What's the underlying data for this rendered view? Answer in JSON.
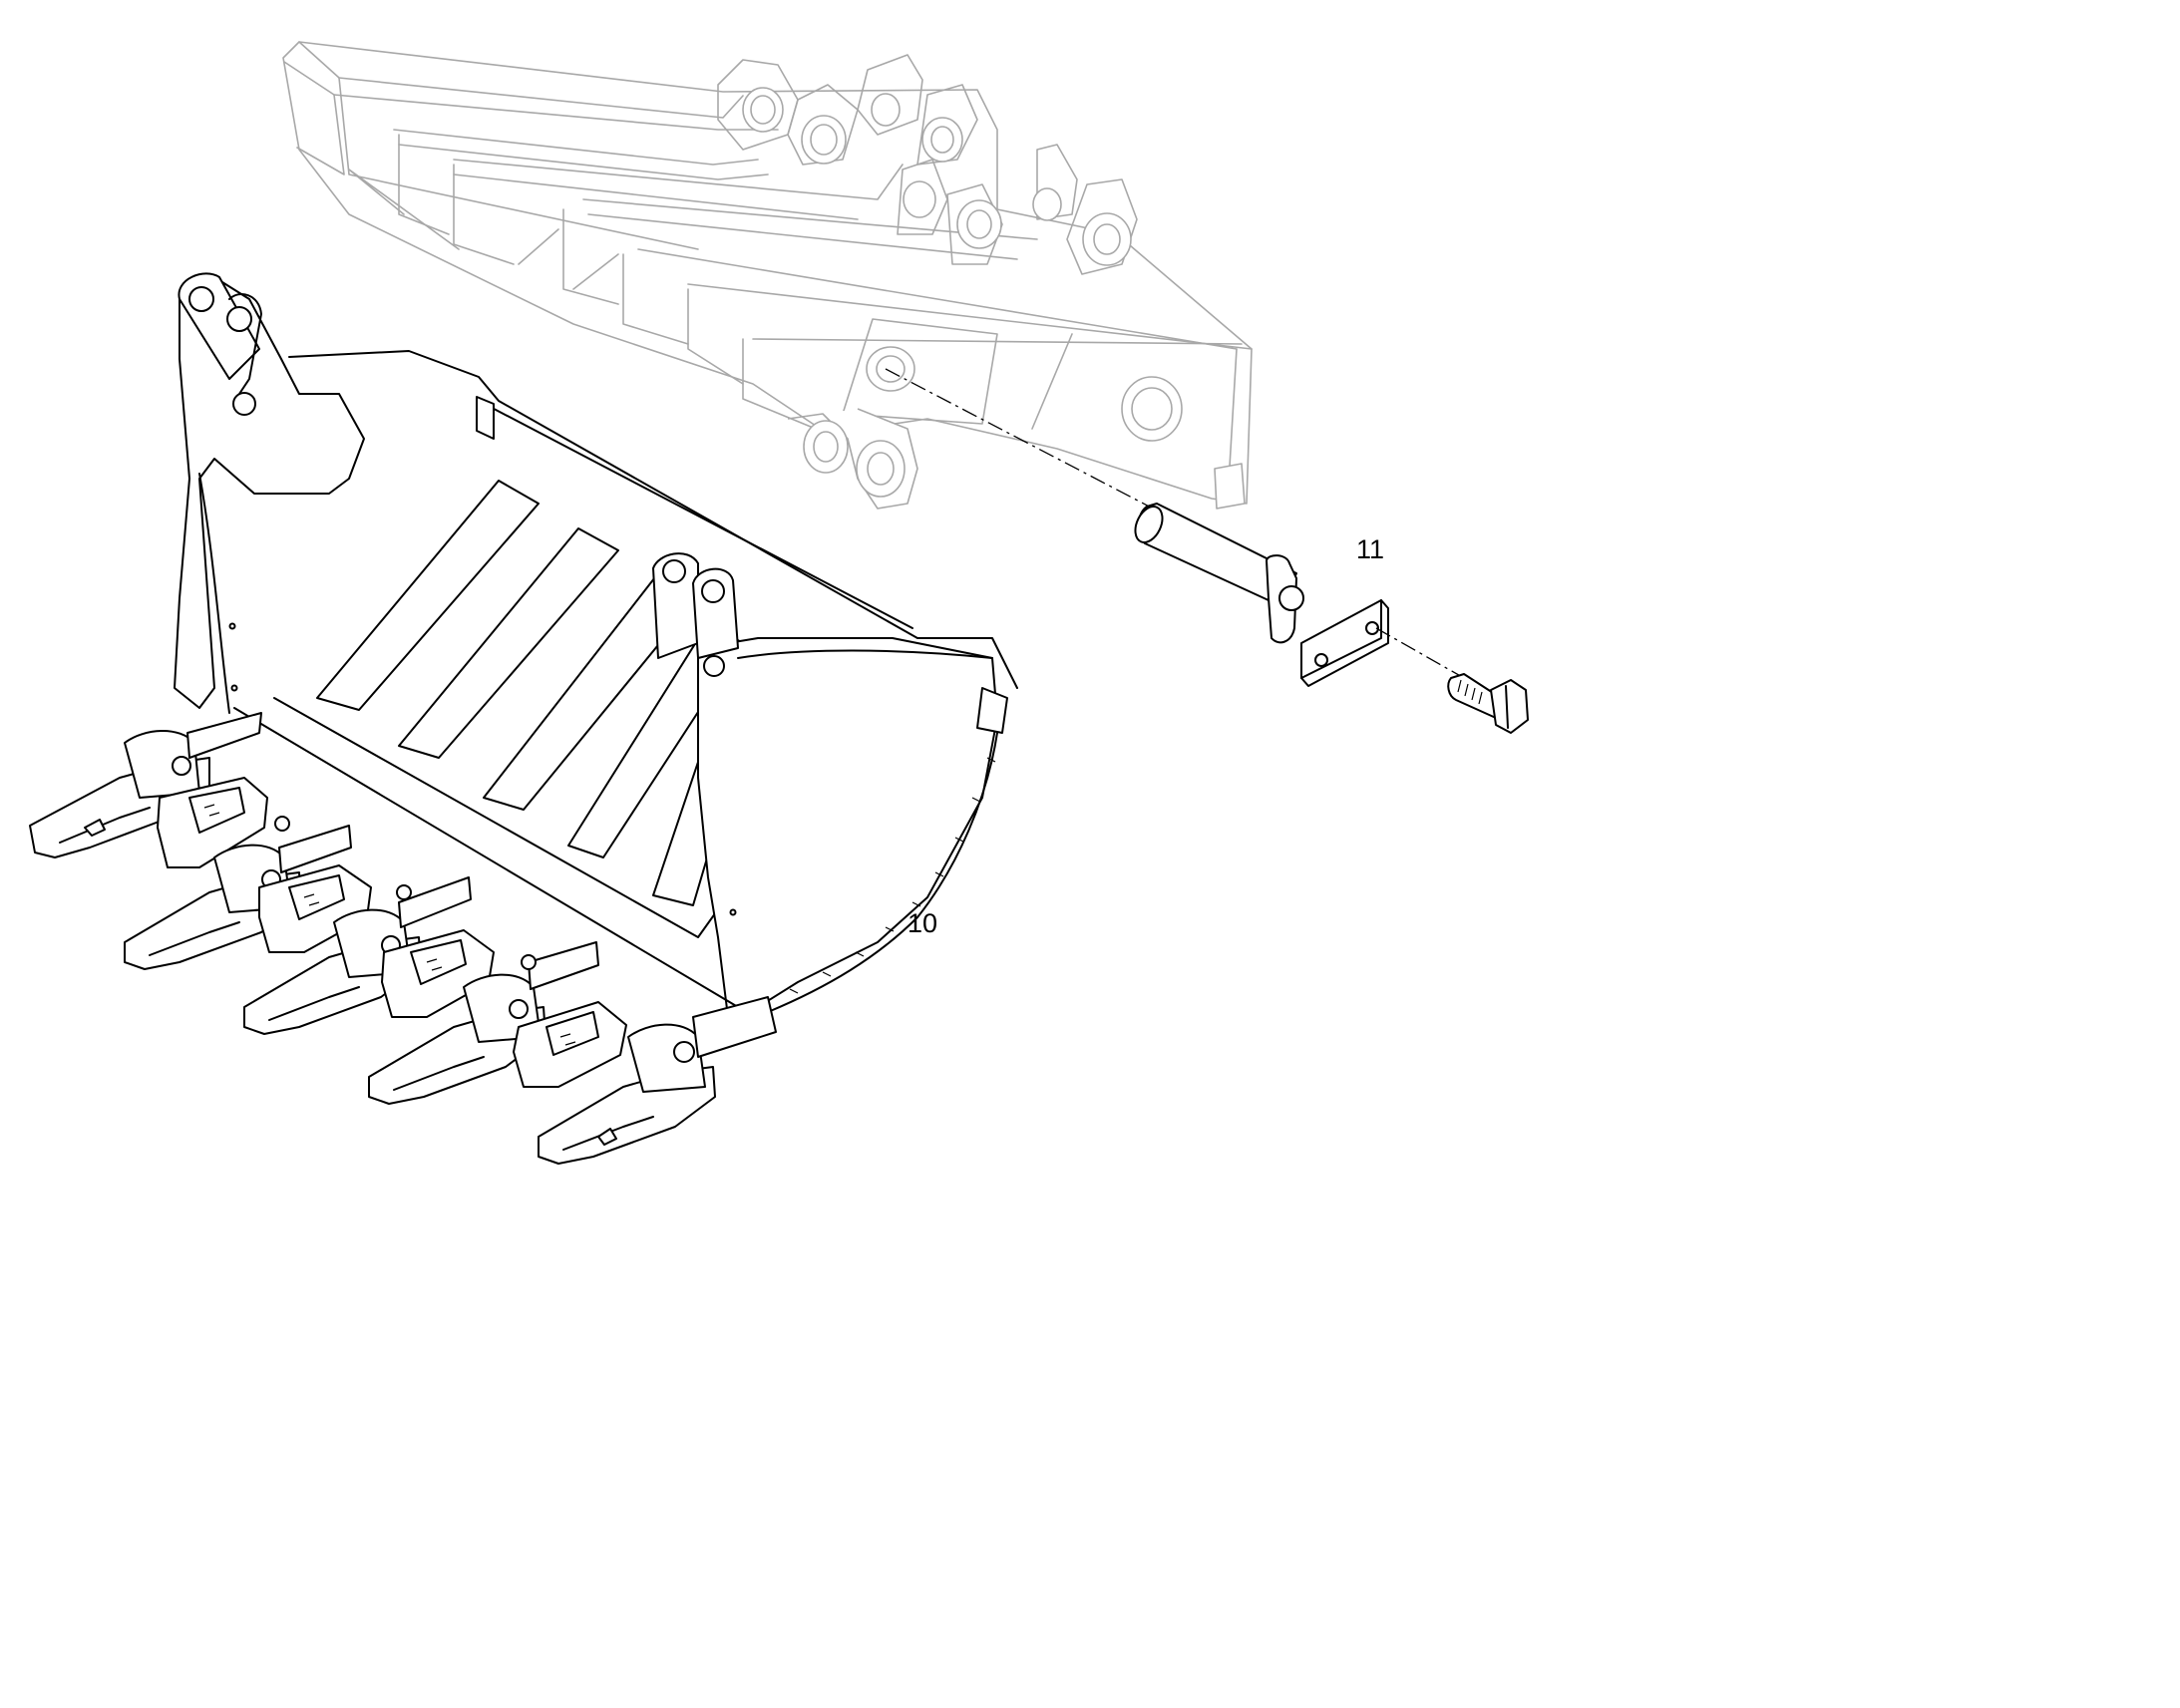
{
  "diagram": {
    "type": "exploded-parts-view",
    "callouts": [
      {
        "id": "callout-10",
        "text": "10",
        "part": "bucket-with-teeth"
      },
      {
        "id": "callout-11",
        "text": "11",
        "part": "pin-assembly"
      }
    ],
    "parts": [
      {
        "name": "quick-coupler-frame",
        "style": "ghost"
      },
      {
        "name": "bucket-with-teeth",
        "style": "solid"
      },
      {
        "name": "pin-with-flange",
        "style": "solid"
      },
      {
        "name": "lock-plate",
        "style": "solid"
      },
      {
        "name": "hex-bolt",
        "style": "solid"
      }
    ],
    "colors": {
      "ink": "#000000",
      "ghost": "#a8a8a8",
      "background": "#ffffff"
    }
  }
}
